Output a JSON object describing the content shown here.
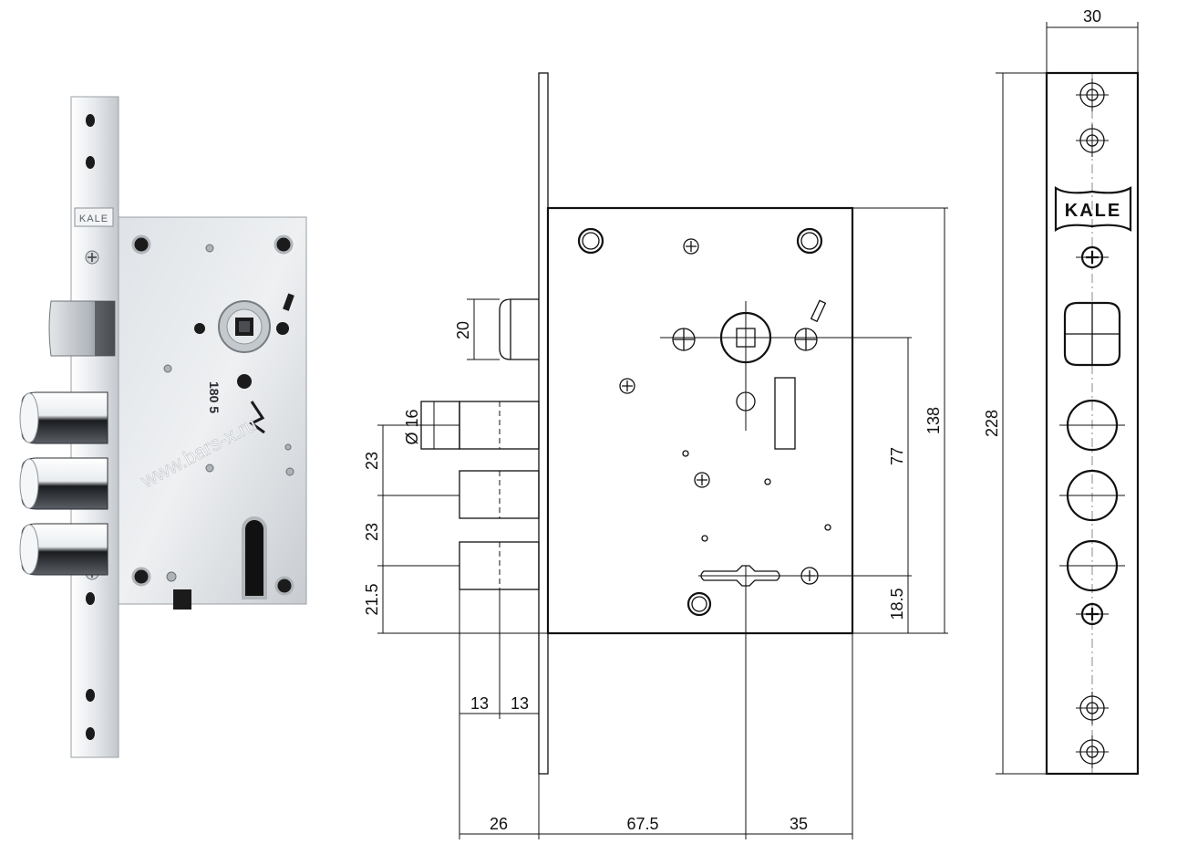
{
  "product": {
    "brand_label": "KALE",
    "watermark": "www.bars-x.ru",
    "body_stamp": "180 5",
    "colors": {
      "steel_light": "#e9ecef",
      "steel_mid": "#c9cdd2",
      "steel_dark": "#8d939a",
      "hole": "#1b1b1b",
      "chrome_dark": "#16181b",
      "chrome_light": "#f4f6f8"
    }
  },
  "side_drawing": {
    "dims": {
      "latch_height": "20",
      "bolt_diameter": "Ø 16",
      "bolt_pitch_top": "23",
      "bolt_pitch_bottom": "23",
      "bolt_bottom_offset": "21.5",
      "bolt_width_left": "13",
      "bolt_width_right": "13",
      "backset_front": "26",
      "backset_body": "67.5",
      "cylinder_to_edge": "35",
      "spindle_to_cylinder": "77",
      "body_height": "138",
      "cylinder_to_bottom": "18.5"
    }
  },
  "faceplate_drawing": {
    "brand_label": "KALE",
    "dims": {
      "width": "30",
      "height": "228"
    }
  }
}
